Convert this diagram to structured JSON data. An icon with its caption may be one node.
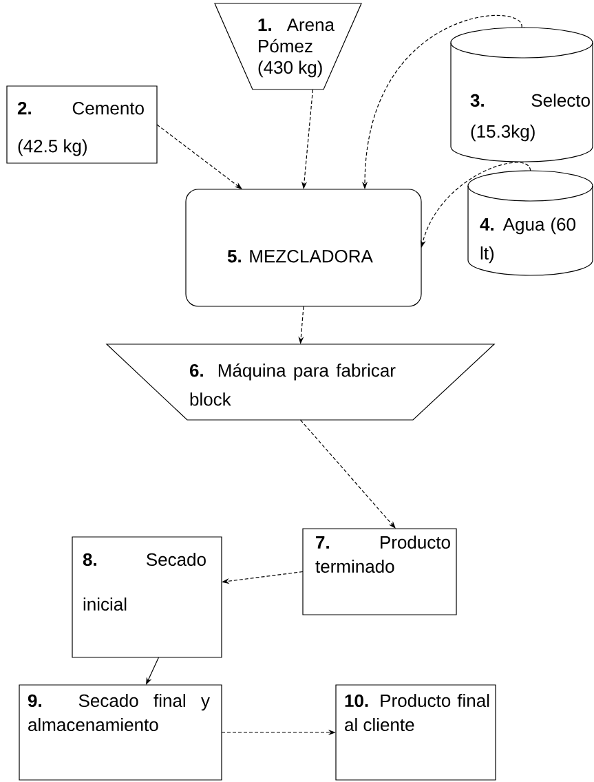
{
  "diagram": {
    "nodes": [
      {
        "text": [
          "**1.** Arena Pómez (430 kg)"
        ]
      },
      {
        "text": [
          "**2.** Cemento (42.5 kg)"
        ]
      },
      {
        "text": [
          "**3.** Selecto (15.3kg)"
        ]
      },
      {
        "text": [
          "**4.** Agua (60 lt)"
        ]
      },
      {
        "text": [
          "**5.** MEZCLADORA"
        ]
      },
      {
        "text": [
          "**6.** Máquina para fabricar block"
        ]
      },
      {
        "text": [
          "**7.** Producto terminado"
        ]
      },
      {
        "text": [
          "**8.** Secado inicial"
        ]
      },
      {
        "text": [
          "**9.** Secado final y almacenamiento"
        ]
      },
      {
        "text": [
          "**10.** Producto final al cliente"
        ]
      }
    ],
    "edges": [
      {
        "from": 0,
        "to": 4,
        "arrow": "to",
        "style": "dashed"
      },
      {
        "from": 1,
        "to": 4,
        "arrow": "to",
        "style": "dashed"
      },
      {
        "from": 2,
        "to": 4,
        "arrow": "to",
        "style": "dashed"
      },
      {
        "from": 3,
        "to": 4,
        "arrow": "to",
        "style": "dashed"
      },
      {
        "from": 4,
        "to": 5,
        "arrow": "to",
        "style": "dashed"
      },
      {
        "from": 5,
        "to": 6,
        "arrow": "to",
        "style": "dashed"
      },
      {
        "from": 6,
        "to": 7,
        "arrow": "to",
        "style": "dashed"
      },
      {
        "from": 7,
        "to": 8,
        "arrow": "to"
      },
      {
        "from": 8,
        "to": 9,
        "arrow": "to",
        "style": "dashed"
      }
    ]
  }
}
